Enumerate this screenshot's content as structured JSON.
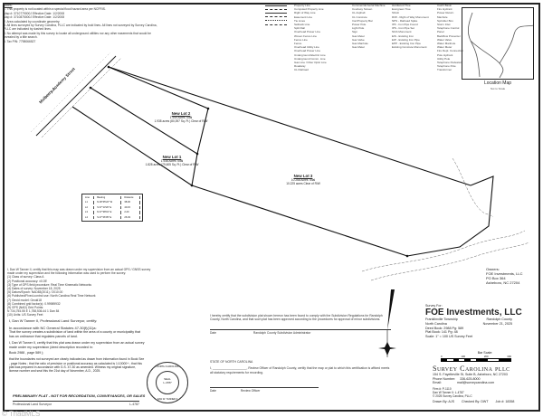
{
  "notes": {
    "heading": "Notes:",
    "items": [
      "1. This property is not located within a special flood hazard area per NCFRIS.",
      "   Map #: 3710779000J   Effective Date: 1/2/2008",
      "   Map #: 3710875000J   Effective Date: 1/2/2008",
      "2. Area calculated by coordinate geometry.",
      "3. All lines surveyed by Survey Carolina, PLLC are indicated by bold lines. All lines not surveyed by Survey Carolina, PLLC are indicated by dashed lines.",
      "4. No attempt was made by this survey to locate all underground utilities nor any other easements that would be revealed by a title search.",
      "5. Tax PIN: 7798066527"
    ]
  },
  "legend": {
    "col1": [
      "Property Line",
      "Computed Property Line",
      "Right of Way Line",
      "Easement Line",
      "Tie Lines",
      "Setback Line",
      "Split Rail",
      "Overhead Power Line",
      "Woven Fence Line",
      "Fence Line",
      "Fence",
      "Overhead Utility Line",
      "Overhead Power Line",
      "Underground Electric Line",
      "Underground Comm. Line",
      "Gas Line / Fiber Optic Line",
      "Roadway",
      "CL Railroad"
    ],
    "col2": [
      "Commercial Aerial Machine",
      "Courtesy Screen",
      "CL Asphalt",
      "CL Concrete",
      "Iron/Property Bar",
      "Power Pole",
      "Light Pole",
      "Sign",
      "Gas Meter",
      "Gas Valve",
      "Gas Manhole",
      "Gas Meter"
    ],
    "col3": [
      "Hardwood Tree",
      "Evergreen Tree",
      "Shrub",
      "R/W - Right of Way Monument",
      "NPS - Railroad Spike",
      "IPF - Iron Pipe Found",
      "IPS - Iron Pipe Set",
      "NGS Monument",
      "EIS - Existing Iron",
      "EIP - Existing Iron Pipe",
      "EPP - Existing Iron Pipe",
      "Existing Concrete Monument"
    ],
    "col4": [
      "Catch Basin",
      "Fire Hydrant",
      "Power Return Manhole",
      "Sprinkler Box",
      "Storm Inlet",
      "Telephone Control Panel",
      "Backflow Preventer",
      "Water Valve",
      "Water Manhole",
      "Water Meter",
      "Fire Dept. Connection",
      "Pole Hydrant",
      "Utility Pole",
      "Telephone Pedestal",
      "Telephone Pole",
      "Transformer"
    ]
  },
  "location_map": {
    "title": "Location Map",
    "subtitle": "Not to Scale"
  },
  "plat": {
    "street_label": "Mulberry Academy Street",
    "street_sub": "(R/W Varies)",
    "lots": [
      {
        "title": "New Lot 2",
        "total": "1.949 Acres Total",
        "detail": "1.938 acres (80,397 Sq. Ft.) Clear of R/W"
      },
      {
        "title": "New Lot 1",
        "total": "1.938 Acres Total",
        "detail": "1.828 acres (79,605 Sq. Ft.) Clear of R/W"
      },
      {
        "title": "New Lot 3",
        "total": "10.268 Acres Total",
        "detail": "10.225 acres Clear of R/W"
      }
    ],
    "curve_table": {
      "headers": [
        "Line",
        "Bearing",
        "Distance"
      ],
      "rows": [
        [
          "L1",
          "N 48°45'22\" W",
          "38.30"
        ],
        [
          "L2",
          "S 37°13'20\" E",
          "40.15"
        ],
        [
          "L3",
          "N 37°28'01\" E",
          "2.20"
        ],
        [
          "L4",
          "S 47°26'05\" E",
          "26.03"
        ]
      ]
    }
  },
  "certifications": {
    "survey_data": [
      "I, Dan W Tanner II, certify that this map was drawn under my supervision from an actual GPS / GNSS survey made under my supervision and the following information was used to perform the survey:",
      "(1) Class of survey: Class A",
      "(2) Positional accuracy: ±0.05'",
      "(3) Type of GPS field procedure: Real Time Kinematic Networks",
      "(4) Dates of survey: November 18, 2025",
      "(5) Datum/Epoch: NAD83(2011) / 2010.00",
      "(6) Published/Fixed-control use: North Carolina Real Time Network",
      "(7) Geoid model: Geoid18",
      "(8) Combined grid factor(s): 0.99989932",
      "(9) GPS (NAD) Grid Points:",
      "    N 734,754.55     E 1,758,536.44     1 Dan 84",
      "(10) Units: US Survey Feet"
    ],
    "surveyor_intro": "I, Dan W Tanner II, Professional Land Surveyor, certify:",
    "statute": "In accordance with NC General Statutes 47-30(f)(11)a:",
    "statute_text": "That the survey creates a subdivision of land within the area of a county or municipality that has an ordinance that regulates parcels of land.",
    "drawn_cert": "I, Dan W Tanner II, certify that this plat was drawn under my supervision from an actual survey made under my supervision (deed description recorded in:",
    "book_ref": "Book  2988  , page  589  );",
    "boundary_text": "that the boundaries not surveyed are clearly indicated as drawn from information found in Book  See  , page  Notes  ; that the ratio of precision or positional accuracy as calculated is  1:10000+ ; that this plat was prepared in accordance with G.S. 47-30 as amended. Witness my original signature, license number and seal this the 21st day of November, A.D., 2025.",
    "preliminary": "PRELIMINARY PLAT - NOT FOR RECORDATION, CONVEYANCES, OR SALES",
    "pls_label": "Professional Land Surveyor",
    "pls_license": "L-4787",
    "seal": {
      "outer_top": "NORTH CAROLINA",
      "middle": "PROFESSIONAL",
      "center1": "SEAL",
      "center2": "L-4787",
      "bottom": "LAND SURVEYOR",
      "name": "DAN W. TANNER II"
    },
    "county_cert": "I hereby certify that the subdivision plat shown hereon has been found to comply with the Subdivision Regulations for Randolph County, North Carolina, and that such plat has been approved according to the procedures for approval of minor subdivisions.",
    "county_date_label": "Date",
    "county_admin_label": "Randolph County Subdivision Administrator",
    "state_heading": "STATE OF NORTH CAROLINA",
    "state_text": "I, ____________________, Review Officer of Randolph County, certify that the map or plat to which this certification is affixed meets all statutory requirements for recording.",
    "review_date_label": "Date",
    "review_officer_label": "Review Officer"
  },
  "owners": {
    "heading": "Owners:",
    "name": "FOE Investments, LLC",
    "address1": "PO Box 364",
    "address2": "Asheboro, NC  27204"
  },
  "title_block": {
    "survey_for": "Survey For:",
    "client": "FOE Investments, LLC",
    "township": "Franklinville Township",
    "county": "Randolph County",
    "state": "North Carolina",
    "date": "November 21, 2025",
    "deed_book": "Deed Book: 2988  Pg: 589",
    "plat_book": "Plat Book: 141  Pg: 48",
    "scale": "Scale: 1\" = 100 US Survey Feet"
  },
  "bar_scale": {
    "label": "Bar Scale:",
    "ticks": [
      "0",
      "100",
      "200",
      "300"
    ]
  },
  "firm": {
    "name": "Survey Carolina pllc",
    "address": "154 S. Fayetteville St, Suite B, Asheboro, NC  27203",
    "phone_label": "Phone Number:",
    "phone": "336-625-8000",
    "email_label": "Email:",
    "email": "mail@surveycarolina.com",
    "firm_no": "Firm #:  P-1110",
    "surveyor": "Dan W Tanner II:  L-4787",
    "copyright": "© 2025 Survey Carolina, PLLC",
    "drawn_by": "Drawn By:  AJS",
    "checked_by": "Checked By:  DWT",
    "job": "Job #:  18358"
  },
  "watermark": "© TriadMLS"
}
